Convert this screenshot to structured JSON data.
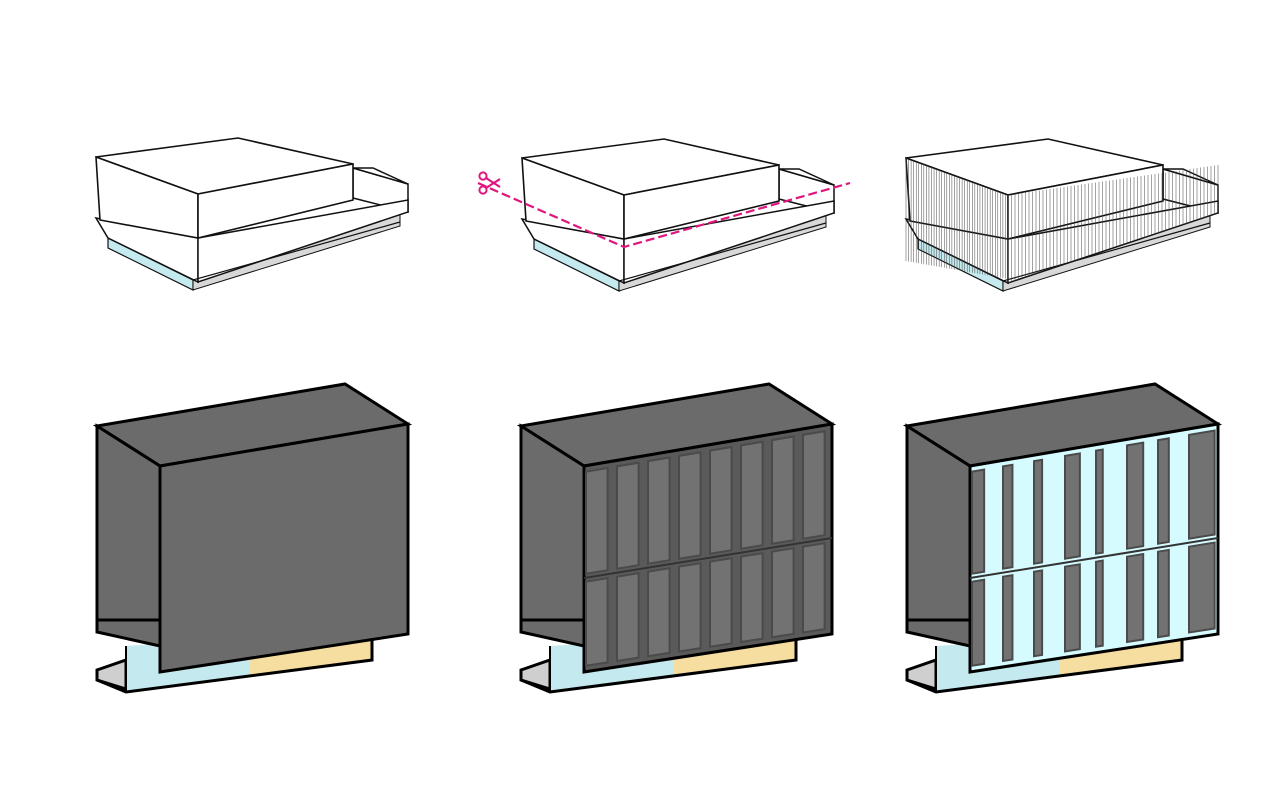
{
  "colors": {
    "background": "#ffffff",
    "massing_face": "#ffffff",
    "massing_line": "#111111",
    "base_glass": "#bfe4e8",
    "cut_line": "#e0157e",
    "section_fill": "#6b6b6b",
    "section_line": "#000000",
    "panel_fill": "#727272",
    "panel_line": "#4a4a4a",
    "glazing": "#d6fbff",
    "ground_blue": "#c4e9ee",
    "ground_yellow": "#f5dea0",
    "ground_grey": "#cfcfcf"
  },
  "steps": [
    {
      "id": "massing-plain",
      "row": "massing",
      "column": 1,
      "treatment": "plain"
    },
    {
      "id": "massing-cut",
      "row": "massing",
      "column": 2,
      "treatment": "section-cut",
      "icon": "scissors-icon"
    },
    {
      "id": "massing-textured",
      "row": "massing",
      "column": 3,
      "treatment": "vertical-fins"
    },
    {
      "id": "section-solid",
      "row": "section",
      "column": 1,
      "treatment": "solid-facade"
    },
    {
      "id": "section-panels",
      "row": "section",
      "column": 2,
      "treatment": "panel-grid",
      "panel_columns": 8,
      "panel_rows": 2
    },
    {
      "id": "section-glazed",
      "row": "section",
      "column": 3,
      "treatment": "glazed-slots",
      "panel_columns": 8,
      "panel_rows": 2
    }
  ]
}
